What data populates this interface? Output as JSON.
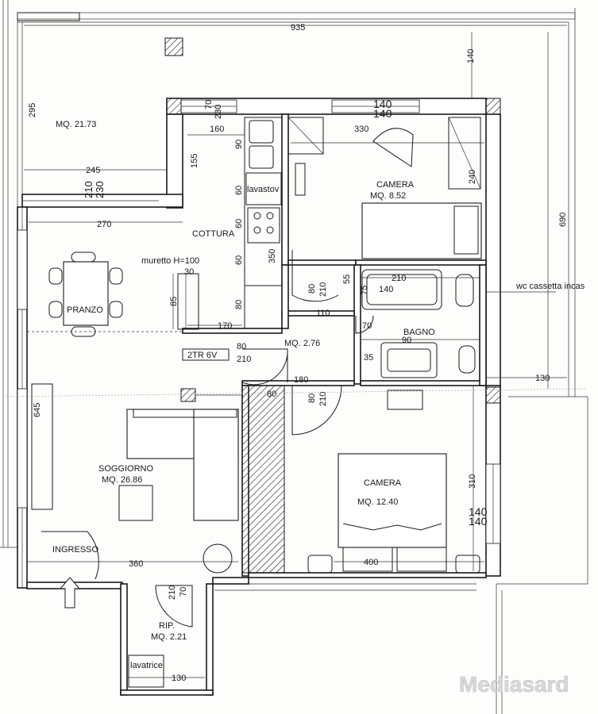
{
  "rooms": {
    "terrace_area": "MQ. 21.73",
    "kitchen": "COTTURA",
    "wall_note": "muretto H=100",
    "wall_sub": "30",
    "bedroom1_name": "CAMERA",
    "bedroom1_area": "MQ. 8.52",
    "dining": "PRANZO",
    "hall_area": "MQ. 2.76",
    "bath": "BAGNO",
    "living_name": "SOGGIORNO",
    "living_area": "MQ. 26.86",
    "bedroom2_name": "CAMERA",
    "bedroom2_area": "MQ. 12.40",
    "entrance": "INGRESSO",
    "storage_name": "RIP.",
    "storage_area": "MQ. 2.21",
    "laundry": "lavatrice",
    "dishwasher": "lavastov",
    "wc_note": "wc cassetta incas",
    "radiator": "2TR 6V"
  },
  "dims": {
    "d935": "935",
    "d140a": "140",
    "d295": "295",
    "d70": "70",
    "d230a": "230",
    "d140b": "140",
    "d140c": "140",
    "d160": "160",
    "d330": "330",
    "d90a": "90",
    "d155": "155",
    "d60a": "60",
    "d245": "245",
    "d210a": "210",
    "d230b": "230",
    "d60b": "60",
    "d270": "270",
    "d240": "240",
    "d690": "690",
    "d60c": "60",
    "d350": "350",
    "d55": "55",
    "d210b": "210",
    "d140d": "140",
    "d85": "85",
    "d80a": "80",
    "d210c": "210",
    "d75": "75",
    "d110": "110",
    "d170": "170",
    "d70b": "70",
    "d90b": "90",
    "d80b": "80",
    "d210d": "210",
    "d35": "35",
    "d130a": "130",
    "d180": "180",
    "d80c": "80",
    "d80d": "80",
    "d210e": "210",
    "d645": "645",
    "d310": "310",
    "d140e": "140",
    "d140f": "140",
    "d360": "360",
    "d400": "400",
    "d210f": "210",
    "d70c": "70",
    "d130b": "130",
    "d80e": "80"
  },
  "watermark": "Mediasard"
}
